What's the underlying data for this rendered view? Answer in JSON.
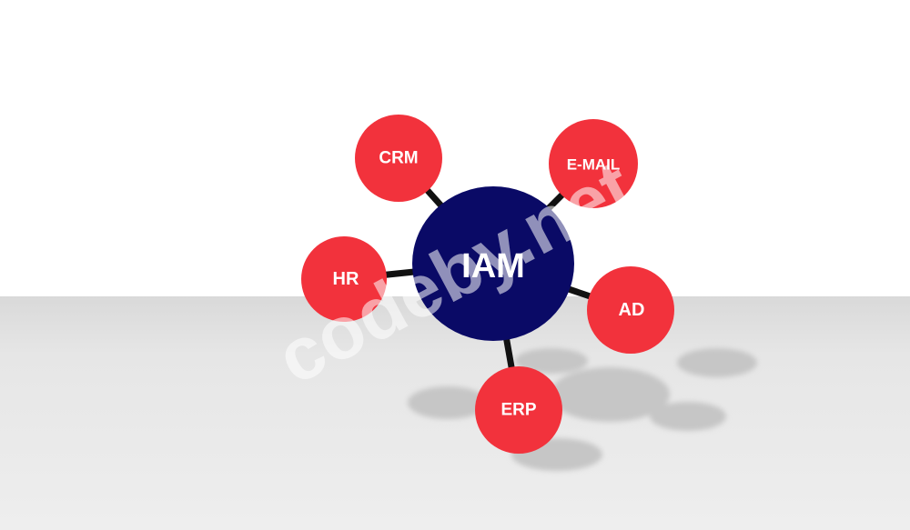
{
  "diagram": {
    "center": {
      "label": "IAM",
      "color": "#0a0a66"
    },
    "satellites": [
      {
        "id": "crm",
        "label": "CRM"
      },
      {
        "id": "email",
        "label": "E-MAIL"
      },
      {
        "id": "hr",
        "label": "HR"
      },
      {
        "id": "ad",
        "label": "AD"
      },
      {
        "id": "erp",
        "label": "ERP"
      }
    ],
    "satellite_color": "#f2323c",
    "connector_color": "#111111",
    "watermark": "codeby.net"
  }
}
